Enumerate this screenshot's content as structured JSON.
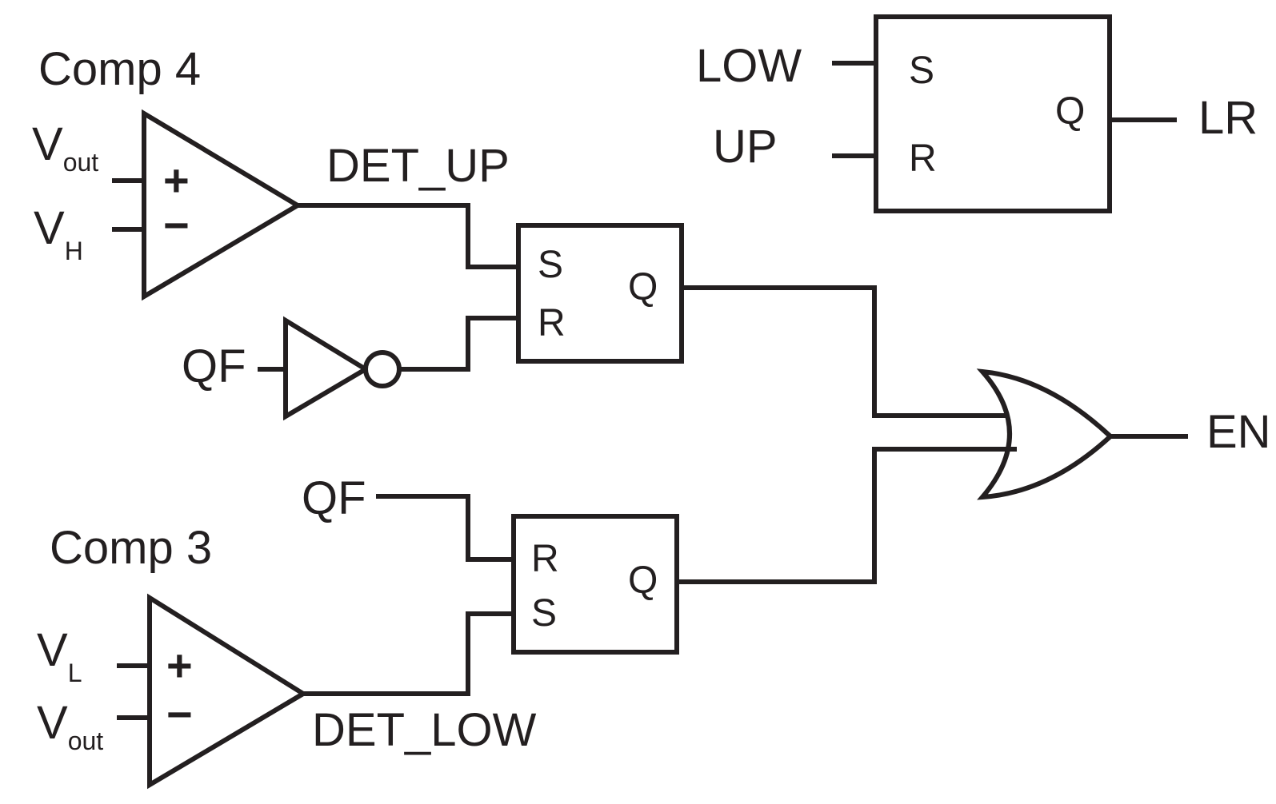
{
  "comp4": {
    "title": "Comp 4",
    "in_plus_main": "V",
    "in_plus_sub": "out",
    "in_minus_main": "V",
    "in_minus_sub": "H",
    "plus_sign": "+",
    "minus_sign": "−"
  },
  "comp3": {
    "title": "Comp 3",
    "in_plus_main": "V",
    "in_plus_sub": "L",
    "in_minus_main": "V",
    "in_minus_sub": "out",
    "plus_sign": "+",
    "minus_sign": "−"
  },
  "signals": {
    "det_up": "DET_UP",
    "det_low": "DET_LOW",
    "qf_upper": "QF",
    "qf_lower": "QF",
    "low": "LOW",
    "up": "UP",
    "lr": "LR",
    "en": "EN"
  },
  "sr_top": {
    "s": "S",
    "r": "R",
    "q": "Q"
  },
  "sr_mid": {
    "s": "S",
    "r": "R",
    "q": "Q"
  },
  "sr_low": {
    "r": "R",
    "s": "S",
    "q": "Q"
  },
  "colors": {
    "ink": "#231f20",
    "background": "#ffffff"
  }
}
